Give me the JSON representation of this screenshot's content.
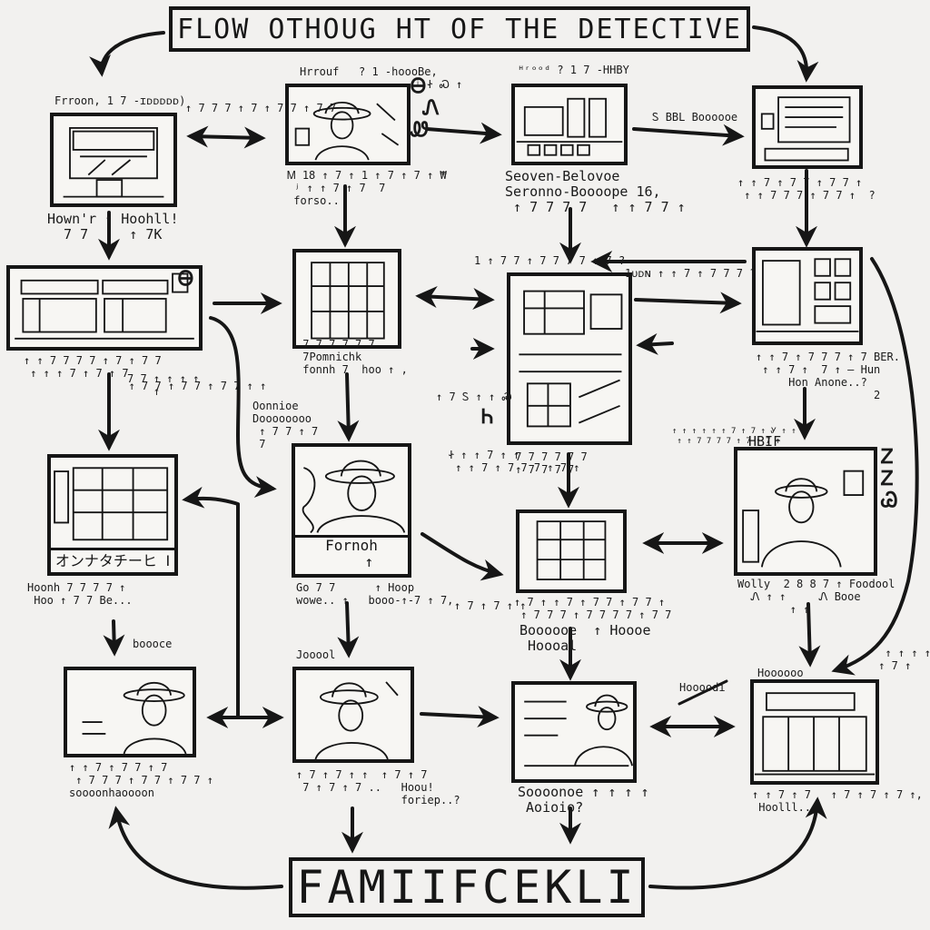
{
  "title": "FLOW OTHOUG HT OF THE DETECTIVE",
  "footer": "FAMIIFCEKLI",
  "palette": {
    "ink": "#161616",
    "paper": "#f2f1ef",
    "hatch": "#8a8a8a"
  },
  "nodes": {
    "r1c1": {
      "caption_above": "Frroon, 1 7 -ɪᴅᴅᴅᴅᴅ)",
      "caption_below": "Hown'r ↑ Hoohll!\n  7 7     ↑ 7K"
    },
    "r1c2": {
      "caption_above": "Hrrouf   ? 1 -hoooBe,",
      "caption_below": "Ꮇ 18 ↑ 7 ↑ 1 ↑ 7 ↑ 7 ↑ ₩\n ʲ ↑ ↑ 7 ↑ 7  7\n forso.."
    },
    "r1c3": {
      "caption_above": "ᴴʳᵒᵒᵈ ? 1 7 -HHBY",
      "caption_below": "Seoven-Belovoe\nSeronno-Boooope 16,\n ↑ 7 7 7 7   ↑ ↑ 7 7 ↑"
    },
    "r1c4": {
      "caption_above": "",
      "caption_below": "↑ ↑ 7 ↑ 7 7 ↑ 7 7 ↑\n ↑ ↑ 7 7 7 ↑ 7 7 ↑  ?"
    },
    "r2c1": {
      "caption_above": "",
      "caption_below": "↑ ↑ 7 7 7 7 ↑ 7 ↑ 7 7\n ↑ ↑ ↑ 7 ↑ 7 ↑ 7\n                ↑ 7 7 ↑ 7 7 ↑ 7 7 ↑ ↑"
    },
    "r2c2": {
      "caption_above": "",
      "caption_below": " 7 7 7 7 7 7\n 7Pomnichk\n fonnh 7  hoo ↑ ,"
    },
    "r2c3": {
      "caption_above": "1 ↑ 7 7 ↑ 7 7 7 7 ↑ 7 ?",
      "caption_below": " 7 7 7 7 7 7\n ↑ 7 7 7 7"
    },
    "r2c4": {
      "caption_above": "",
      "caption_below": "↑ ↑ 7 ↑ 7 7 7 ↑ 7 BER.\n ↑ ↑ 7 ↑  7 ↑ — Hun\n     Hon Anone..?\n                  2"
    },
    "r3c1": {
      "caption_above": "",
      "inner_label": "オンナタチーヒ Ⅰ",
      "caption_below": "Hoonh 7 7 7 7 ↑\n Hoo ↑ 7 7 Be..."
    },
    "r3c2": {
      "caption_above": "",
      "inner_label": "Fornoh\n    ↑",
      "caption_below": "Go 7 7      ↑ Hoop\nwowe.. ↑   booo-↑-7 ↑ 7,"
    },
    "r3c3": {
      "caption_above": "",
      "caption_below": "↑ 7 ↑ ↑ 7 ↑ 7 7 ↑ 7 7 ↑\n ↑ 7 7 7 ↑ 7 7 7 7 ↑ 7 7"
    },
    "r3c4": {
      "caption_above": "",
      "caption_below": "Wolly  2 8 8 7 ↑ Foodool\n  Ꮑ ↑ ↑     Ꮑ Booe\n        ↑ ↑"
    },
    "r4c1": {
      "caption_above": "",
      "caption_below": "↑ ↑ 7 ↑ 7 7 ↑ 7\n ↑ 7 7 7 ↑ 7 7 ↑ 7 7 ↑\nsoooonhaoooon"
    },
    "r4c2": {
      "caption_above": "",
      "caption_below": "↑ 7 ↑ 7 ↑ ↑  ↑ 7 ↑ 7\n 7 ↑ 7 ↑ 7 ..   Hoou!\n                foriep..?"
    },
    "r4c3": {
      "caption_above": "",
      "caption_below": "Soooonoe ↑ ↑ ↑ ↑\n Aoioio?"
    },
    "r4c4": {
      "caption_above": "",
      "caption_below": "↑ ↑ 7 ↑ 7   ↑ 7 ↑ 7 ↑ 7 ↑,\n Hoolll.."
    }
  },
  "edge_notes": {
    "n1": "↑ 7 7 7 ↑ 7 ↑ 7 7 ↑ 7 7",
    "n2": "ʲ Ꮠ Ꮝ ↑",
    "n3": "Ꮪ BBL Boooooe",
    "n4": "1ᴜᴅɴ ↑ ↑ 7 ↑ 7 7 7 ?",
    "n5": "↑ 7 Ꮪ ↑ ↑ Ꮝ",
    "n6": "Oonnioe\nDoooooooo\n ↑ 7 7 ↑ 7\n 7",
    "n7": "7 7 ↑ ↑ ↑ ↑\n    ↑",
    "n8": "Ꮠ ↑ ↑ 7 ↑ ↑\n ↑ ↑ 7 ↑ 7 7 7 ↑ 7 ↑",
    "n9": "↑ ↑ ↑ ↑ ↑ ↑ 7 ↑ 7 ↑ Ꮍ ↑ ↑\n ↑ ↑ 7 7 7 7 ↑ 7 ↑ 7 ↑",
    "n10": "↑ 7 ↑ 7 ↑ ↑",
    "n11": "Boooooe  ↑ Hoooe\n Hoooal",
    "n12": "boooce",
    "n13": "Jooool",
    "n14": "Hoooooo",
    "n15": "  ↑ ↑ ↑ ↑ 7\n ↑ 7 ↑",
    "n16": "Hoooodi",
    "n17": "HBIF",
    "g1": "Ꮎ\n Ꮑ\nᏪ",
    "g2": "Ꮎ",
    "g3": "Ꮒ",
    "g4": "Ꮓ\nᏃ\nᏊ"
  }
}
